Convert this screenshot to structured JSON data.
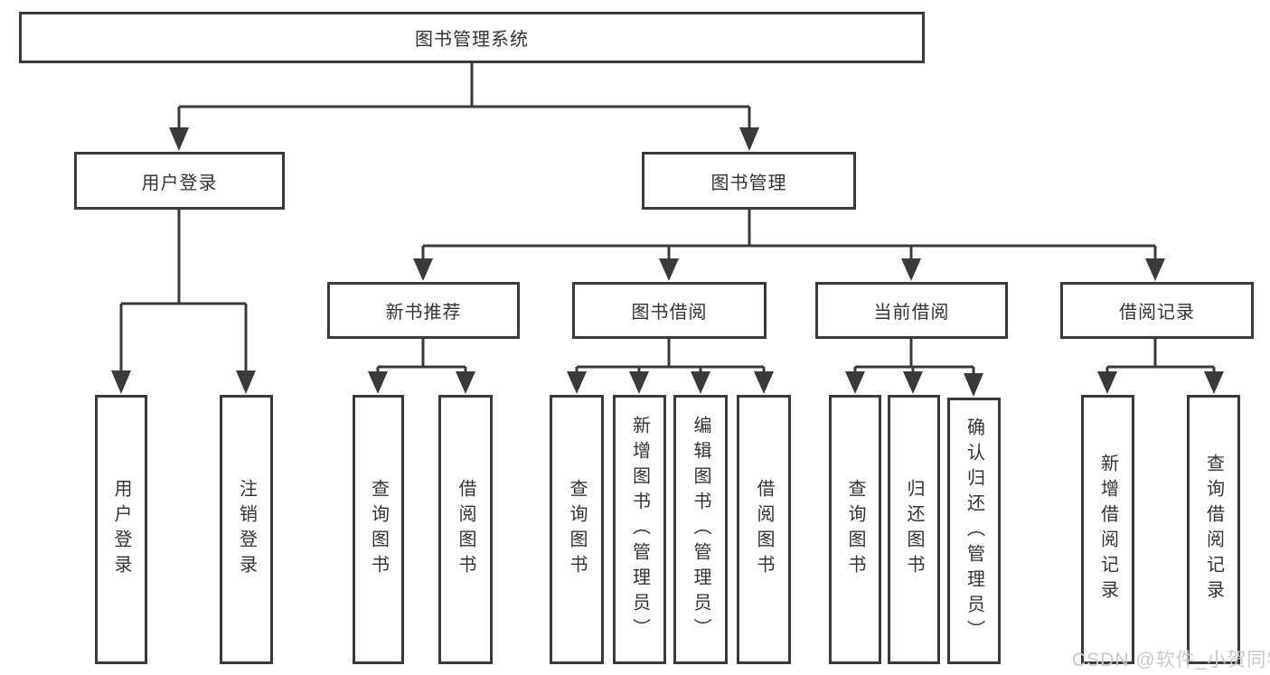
{
  "diagram": {
    "type": "hierarchy-tree",
    "title": "图书管理系统",
    "level2": [
      "用户登录",
      "图书管理"
    ],
    "level3": [
      "新书推荐",
      "图书借阅",
      "当前借阅",
      "借阅记录"
    ],
    "leaves": {
      "user_login": [
        "用户登录",
        "注销登录"
      ],
      "new_book_recommend": [
        "查询图书",
        "借阅图书"
      ],
      "book_borrow": [
        "查询图书",
        "新增图书（管理员）",
        "编辑图书（管理员）",
        "借阅图书"
      ],
      "current_borrow": [
        "查询图书",
        "归还图书",
        "确认归还（管理员）"
      ],
      "borrow_record": [
        "新增借阅记录",
        "查询借阅记录"
      ]
    }
  },
  "colors": {
    "line": "#3a3a3a",
    "text": "#333333",
    "watermark_text": "#c8c8c8",
    "background": "#ffffff"
  },
  "watermark": "CSDN @软件_小贺同学"
}
